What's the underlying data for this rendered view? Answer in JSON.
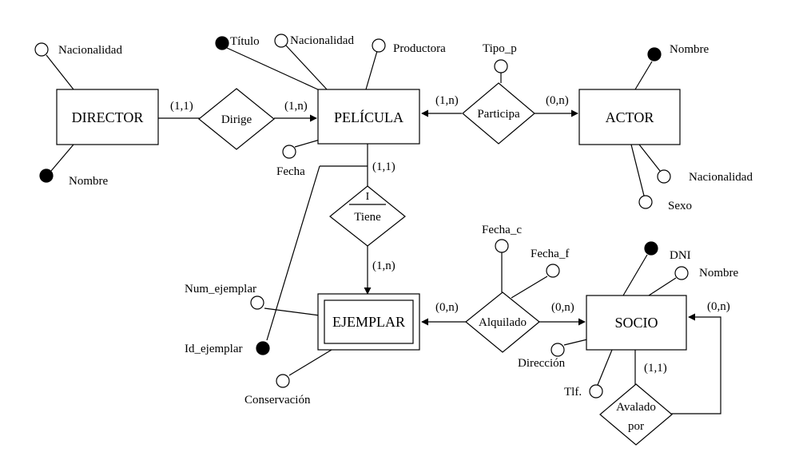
{
  "entities": {
    "director": "DIRECTOR",
    "pelicula": "PELÍCULA",
    "actor": "ACTOR",
    "ejemplar": "EJEMPLAR",
    "socio": "SOCIO"
  },
  "relationships": {
    "dirige": "Dirige",
    "participa": "Participa",
    "tiene": "Tiene",
    "tiene_marker": "I",
    "alquilado": "Alquilado",
    "avalado_line1": "Avalado",
    "avalado_line2": "por"
  },
  "attributes": {
    "director_nacionalidad": "Nacionalidad",
    "director_nombre": "Nombre",
    "pelicula_titulo": "Título",
    "pelicula_nacionalidad": "Nacionalidad",
    "pelicula_productora": "Productora",
    "pelicula_fecha": "Fecha",
    "participa_tipo_p": "Tipo_p",
    "actor_nombre": "Nombre",
    "actor_nacionalidad": "Nacionalidad",
    "actor_sexo": "Sexo",
    "ejemplar_num_ejemplar": "Num_ejemplar",
    "ejemplar_id_ejemplar": "Id_ejemplar",
    "ejemplar_conservacion": "Conservación",
    "alquilado_fecha_c": "Fecha_c",
    "alquilado_fecha_f": "Fecha_f",
    "socio_dni": "DNI",
    "socio_nombre": "Nombre",
    "socio_direccion": "Dirección",
    "socio_tlf": "Tlf."
  },
  "cardinalities": {
    "director_dirige": "(1,1)",
    "dirige_pelicula": "(1,n)",
    "pelicula_participa": "(1,n)",
    "participa_actor": "(0,n)",
    "pelicula_tiene": "(1,1)",
    "tiene_ejemplar": "(1,n)",
    "ejemplar_alquilado": "(0,n)",
    "alquilado_socio": "(0,n)",
    "socio_avalado": "(1,1)",
    "avalado_socio": "(0,n)"
  }
}
